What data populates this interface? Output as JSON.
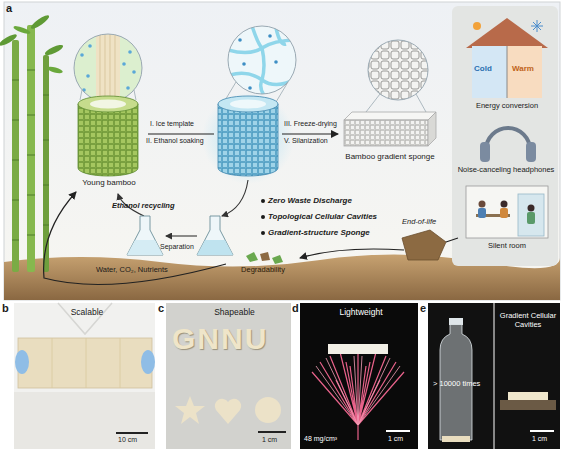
{
  "diagram": {
    "nodes": [
      {
        "text": [
          "a"
        ]
      },
      {
        "text": [
          "Young bamboo"
        ],
        "in": 0
      },
      {
        "text": [
          "Bamboo gradient sponge"
        ],
        "in": 0
      },
      {
        "text": [
          "Cold",
          "Warm",
          "Energy conversion"
        ],
        "in": 0
      },
      {
        "text": [
          "Noise-canceling headphones"
        ],
        "in": 0
      },
      {
        "text": [
          "Silent room"
        ],
        "in": 0
      },
      {
        "text": [
          "Degradability"
        ],
        "in": 0
      },
      {
        "text": [
          "b",
          "Scalable"
        ]
      },
      {
        "text": [
          "c",
          "Shapeable"
        ]
      },
      {
        "text": [
          "d",
          "Lightweight"
        ]
      },
      {
        "text": [
          "e"
        ]
      }
    ],
    "edges": [
      {
        "from": 1,
        "to": 2,
        "arrow": "to"
      },
      {
        "from": 5,
        "to": 6,
        "label": "End-of-life",
        "arrow": "to"
      },
      {
        "from": 6,
        "to": 1,
        "label": "Water, CO₂, Nutrients",
        "arrow": "to"
      }
    ],
    "labels": [
      "I. Ice template",
      "II. Ethanol soaking",
      "III. Freeze-drying",
      "V. Silanization",
      "Ethanol recycling",
      "Separation",
      "Zero Waste Discharge",
      "Topological Cellular Cavities",
      "Gradient-structure Sponge",
      "10 cm",
      "GNNU",
      "1 cm",
      "48 mg/cm³",
      "1 cm",
      "> 10000 times",
      "Gradient Cellular Cavities",
      "1 cm"
    ]
  }
}
